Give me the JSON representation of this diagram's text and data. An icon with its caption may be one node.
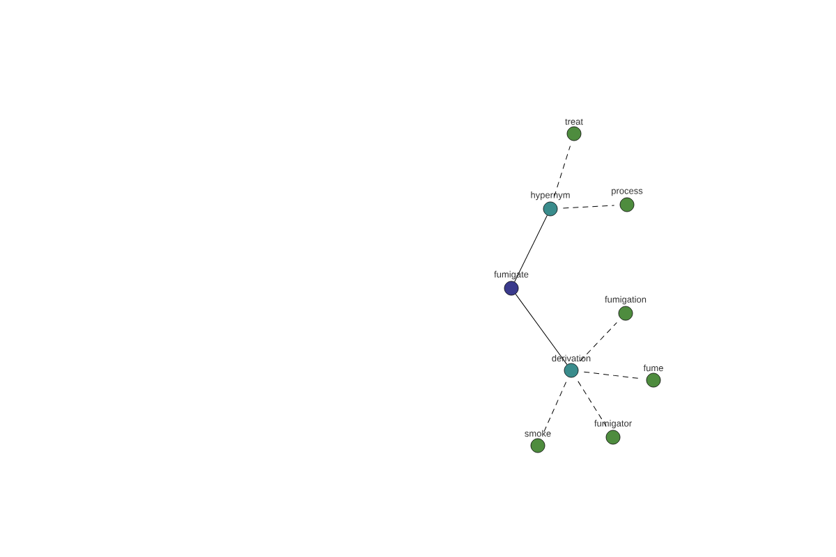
{
  "diagram": {
    "nodes": [
      {
        "text": [
          "treat"
        ]
      },
      {
        "text": [
          "hypernym"
        ]
      },
      {
        "text": [
          "process"
        ]
      },
      {
        "text": [
          "fumigate"
        ]
      },
      {
        "text": [
          "fumigation"
        ]
      },
      {
        "text": [
          "derivation"
        ]
      },
      {
        "text": [
          "fume"
        ]
      },
      {
        "text": [
          "fumigator"
        ]
      },
      {
        "text": [
          "smoke"
        ]
      }
    ],
    "edges": [
      {
        "from": 3,
        "to": 1,
        "arrow": "none"
      },
      {
        "from": 3,
        "to": 5,
        "arrow": "none"
      },
      {
        "from": 1,
        "to": 0,
        "arrow": "none",
        "style": "dashed"
      },
      {
        "from": 1,
        "to": 2,
        "arrow": "none",
        "style": "dashed"
      },
      {
        "from": 5,
        "to": 4,
        "arrow": "none",
        "style": "dashed"
      },
      {
        "from": 5,
        "to": 6,
        "arrow": "none",
        "style": "dashed"
      },
      {
        "from": 5,
        "to": 7,
        "arrow": "none",
        "style": "dashed"
      },
      {
        "from": 5,
        "to": 8,
        "arrow": "none",
        "style": "dashed"
      }
    ]
  }
}
